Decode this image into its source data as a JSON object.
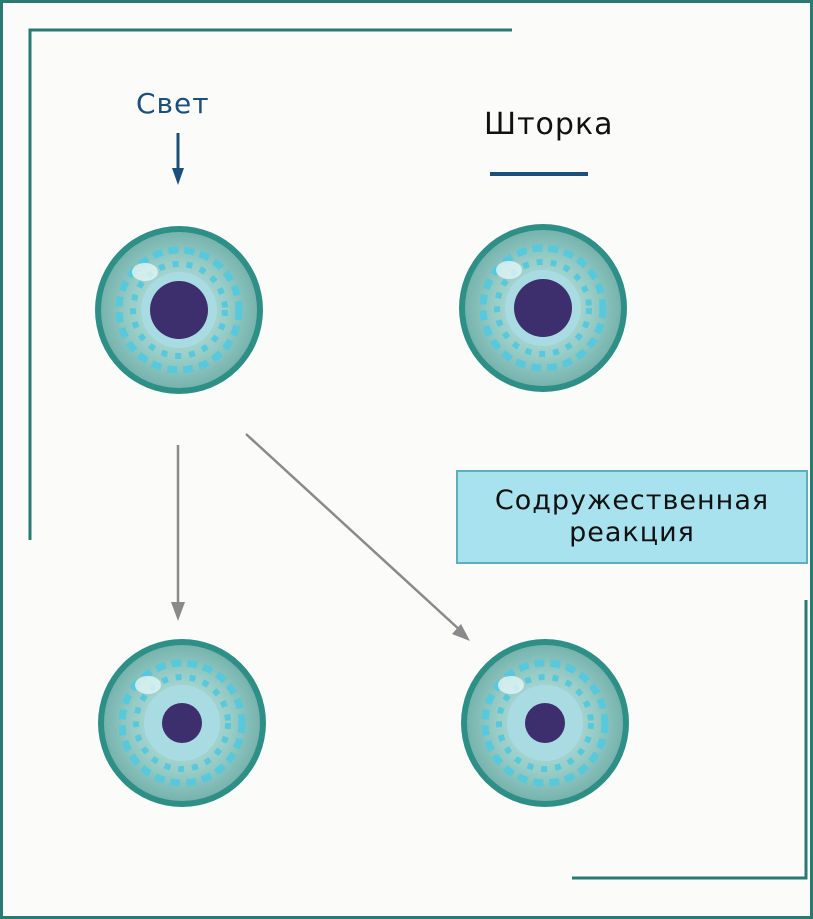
{
  "labels": {
    "light": "Свет",
    "shutter": "Шторка",
    "reaction_line1": "Содружественная",
    "reaction_line2": "реакция"
  },
  "colors": {
    "frame": "#2a7a74",
    "light_arrow": "#1d4f7d",
    "shutter_bar": "#1d4f7d",
    "gray_arrow": "#8a8a8a",
    "eye_ring": "#2e8f86",
    "iris": "#8fc9c2",
    "iris_pattern": "#58c8dc",
    "pupil": "#3d2e6e",
    "box_fill": "#a7e2ee",
    "box_border": "#5bb0be"
  },
  "eyes": [
    {
      "position": "top-left",
      "pupil": "wide"
    },
    {
      "position": "top-right",
      "pupil": "wide"
    },
    {
      "position": "bottom-left",
      "pupil": "narrow"
    },
    {
      "position": "bottom-right",
      "pupil": "narrow"
    }
  ]
}
